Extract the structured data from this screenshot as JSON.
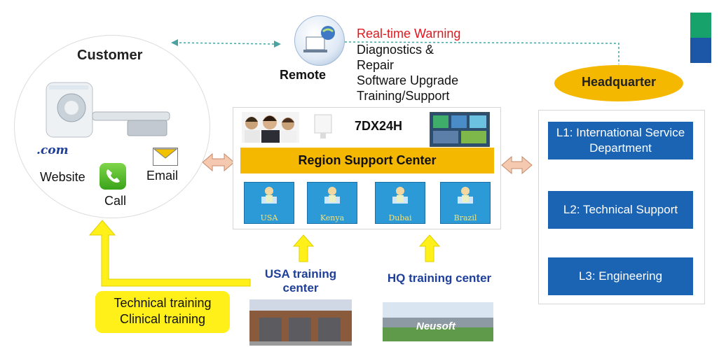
{
  "customer": {
    "title": "Customer",
    "website_label": "Website",
    "call_label": "Call",
    "email_label": "Email",
    "com_logo_text": ".com"
  },
  "remote": {
    "label": "Remote",
    "warning": "Real-time Warning",
    "services": [
      "Diagnostics &",
      "Repair",
      "Software Upgrade",
      "Training/Support"
    ]
  },
  "headquarter": {
    "label": "Headquarter",
    "levels": [
      "L1: International Service Department",
      "L2: Technical Support",
      "L3: Engineering"
    ]
  },
  "region": {
    "product_label": "7DX24H",
    "support_center_label": "Region Support Center",
    "offices": [
      "USA",
      "Kenya",
      "Dubai",
      "Brazil"
    ]
  },
  "training": {
    "usa_center_label": "USA training center",
    "hq_center_label": "HQ training center",
    "hq_photo_mark": "Neusoft",
    "types": [
      "Technical training",
      "Clinical training"
    ]
  },
  "colors": {
    "accent_yellow": "#f5b800",
    "arrow_yellow": "#fff01a",
    "level_blue": "#1b64b4",
    "office_blue": "#2c9ad6",
    "warning_red": "#e2171d",
    "link_dotted": "#4aa3a0",
    "double_arrow": "#f4c9b0"
  }
}
